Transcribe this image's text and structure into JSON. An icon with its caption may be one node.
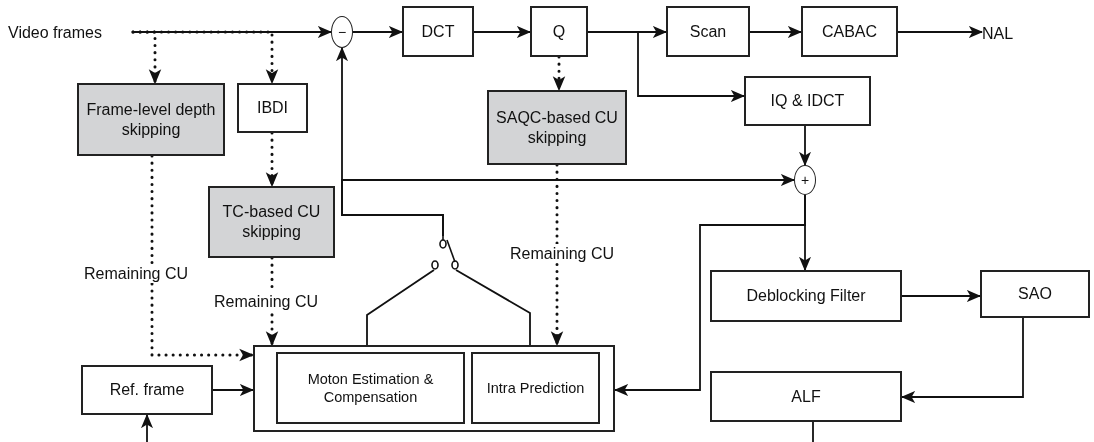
{
  "diagram": {
    "nodes": [
      {
        "text": [
          "Video frames"
        ]
      },
      {
        "text": [
          "−"
        ]
      },
      {
        "text": [
          "DCT"
        ]
      },
      {
        "text": [
          "Q"
        ]
      },
      {
        "text": [
          "Scan"
        ]
      },
      {
        "text": [
          "CABAC"
        ]
      },
      {
        "text": [
          "NAL"
        ]
      },
      {
        "text": [
          "Frame-level depth skipping"
        ]
      },
      {
        "text": [
          "IBDI"
        ]
      },
      {
        "text": [
          "TC-based CU skipping"
        ]
      },
      {
        "text": [
          "SAQC-based CU skipping"
        ]
      },
      {
        "text": [
          "IQ & IDCT"
        ]
      },
      {
        "text": [
          "+"
        ]
      },
      {
        "text": [
          "Deblocking Filter"
        ]
      },
      {
        "text": [
          "SAO"
        ]
      },
      {
        "text": [
          "ALF"
        ]
      },
      {
        "text": [
          "Ref. frame"
        ]
      },
      {
        "text": [],
        "shape": "box"
      },
      {
        "text": [
          "Moton Estimation & Compensation"
        ],
        "in": 17
      },
      {
        "text": [
          "Intra Prediction"
        ],
        "in": 17
      },
      {
        "text": [],
        "shape": "switch"
      }
    ],
    "edges": [
      {
        "from": 0,
        "to": 1,
        "arrow": "to"
      },
      {
        "from": 0,
        "to": 7,
        "arrow": "to",
        "style": "dashed"
      },
      {
        "from": 0,
        "to": 8,
        "arrow": "to",
        "style": "dashed"
      },
      {
        "from": 1,
        "to": 2,
        "arrow": "to"
      },
      {
        "from": 2,
        "to": 3,
        "arrow": "to"
      },
      {
        "from": 3,
        "to": 4,
        "arrow": "to"
      },
      {
        "from": 4,
        "to": 5,
        "arrow": "to"
      },
      {
        "from": 5,
        "to": 6,
        "arrow": "to"
      },
      {
        "from": 3,
        "to": 11,
        "arrow": "to"
      },
      {
        "from": 3,
        "to": 10,
        "arrow": "to",
        "style": "dashed"
      },
      {
        "from": 8,
        "to": 9,
        "arrow": "to",
        "style": "dashed"
      },
      {
        "from": 7,
        "to": 17,
        "arrow": "to",
        "style": "dashed",
        "label": "Remaining CU"
      },
      {
        "from": 9,
        "to": 17,
        "arrow": "to",
        "style": "dashed",
        "label": "Remaining CU"
      },
      {
        "from": 10,
        "to": 17,
        "arrow": "to",
        "style": "dashed",
        "label": "Remaining CU"
      },
      {
        "from": 11,
        "to": 12,
        "arrow": "to"
      },
      {
        "from": 12,
        "to": 13,
        "arrow": "to"
      },
      {
        "from": 12,
        "to": 17,
        "arrow": "to"
      },
      {
        "from": 13,
        "to": 14,
        "arrow": "to"
      },
      {
        "from": 14,
        "to": 15,
        "arrow": "to"
      },
      {
        "from": 15,
        "to": null,
        "arrow": "none"
      },
      {
        "from": null,
        "to": 16,
        "arrow": "to"
      },
      {
        "from": 16,
        "to": 17,
        "arrow": "to"
      },
      {
        "from": 20,
        "to": 1,
        "arrow": "to"
      },
      {
        "from": 20,
        "to": 12,
        "arrow": "to"
      },
      {
        "from": 18,
        "to": 20,
        "arrow": "none"
      },
      {
        "from": 19,
        "to": 20,
        "arrow": "none"
      }
    ]
  }
}
